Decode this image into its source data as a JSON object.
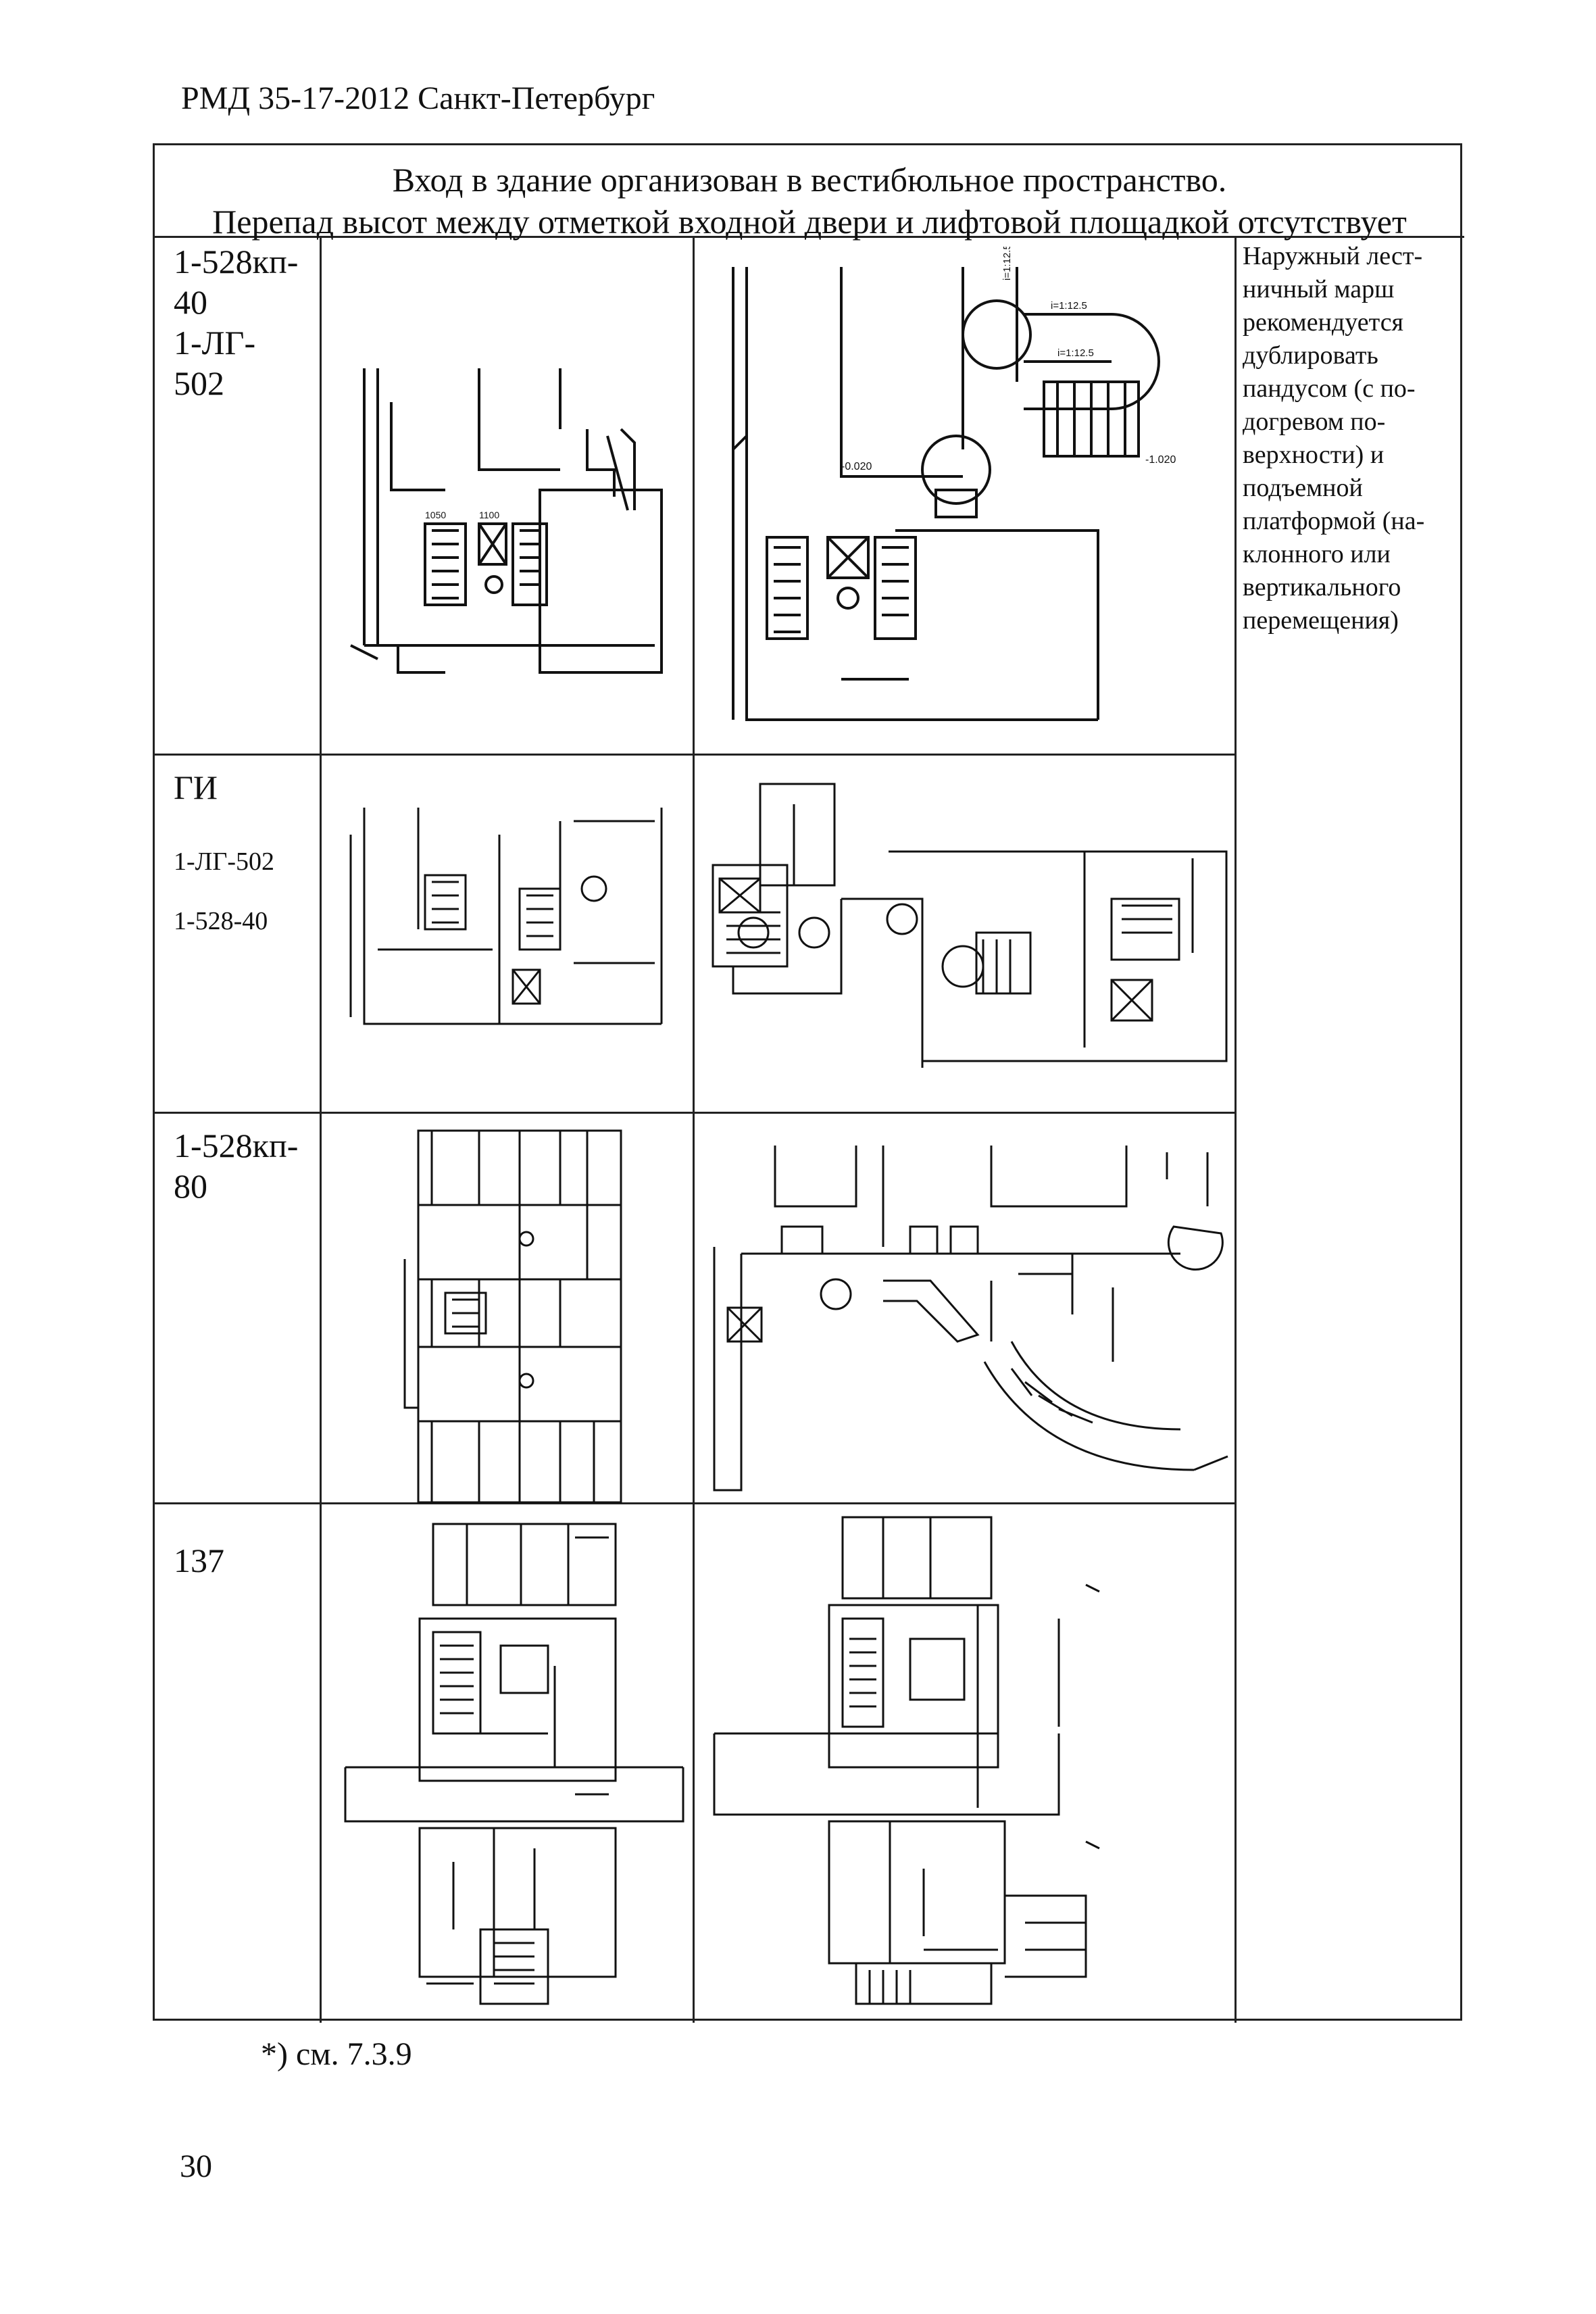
{
  "header": "РМД 35-17-2012 Санкт-Петербург",
  "table": {
    "title_line1": "Вход в здание организован в вестибюльное пространство.",
    "title_line2": "Перепад высот между отметкой входной двери и лифтовой площадкой отсутствует",
    "rows": [
      {
        "codes": "1-528кп-\n40\n1-ЛГ-\n502",
        "plan_labels": {
          "d1": "1050",
          "d2": "1100",
          "s1": "i=1:12.5",
          "s2": "i=1:12.5",
          "s3": "i=1:12.5",
          "e1": "-0.020",
          "e2": "-1.020"
        }
      },
      {
        "code_main": "ГИ",
        "code_a": "1-ЛГ-502",
        "code_b": "1-528-40"
      },
      {
        "codes": "1-528кп-\n80"
      },
      {
        "codes": "137"
      }
    ],
    "note": "Наружный лест-\nничный марш\nрекомендуется\nдублировать\nпандусом (с по-\nдогревом по-\nверхности) и\nподъемной\nплатформой (на-\nклонного или\nвертикального\nперемещения)"
  },
  "footnote": "*) см. 7.3.9",
  "page_number": "30"
}
